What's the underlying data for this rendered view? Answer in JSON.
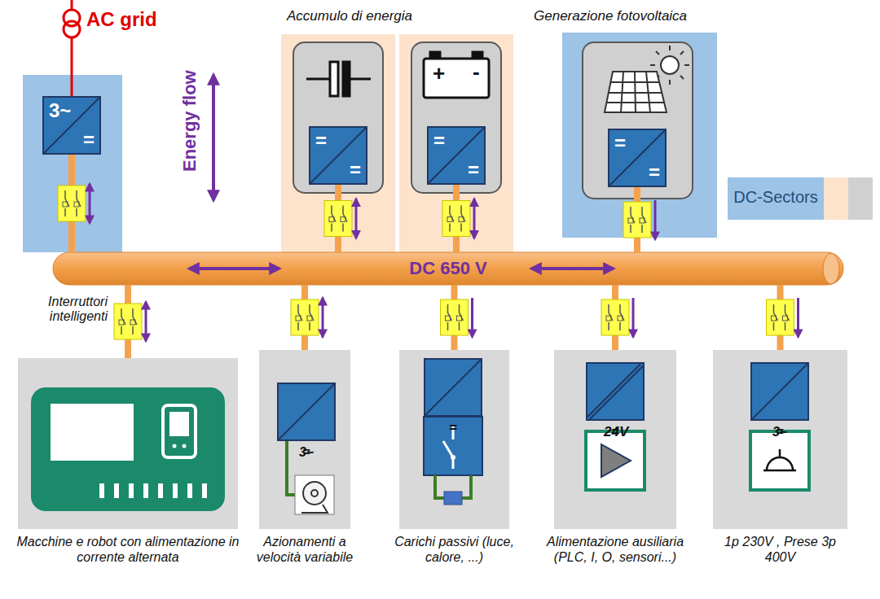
{
  "diagram": {
    "nodes": [
      {
        "text": [
          "3~",
          "="
        ]
      },
      {
        "text": [
          "=",
          "="
        ]
      },
      {
        "text": [
          "=",
          "="
        ]
      },
      {
        "text": [
          "=",
          "="
        ]
      },
      {
        "text": [
          "DC 650 V"
        ]
      },
      {
        "text": [
          "Macchine e robot con alimentazione in corrente alternata"
        ]
      },
      {
        "text": [
          "Azionamenti a velocità variabile"
        ]
      },
      {
        "text": [
          "=",
          "3~"
        ],
        "in": 6
      },
      {
        "text": [
          "Carichi passivi (luce, calore, ...)"
        ]
      },
      {
        "text": [
          "=",
          "="
        ],
        "in": 8
      },
      {
        "text": [
          "Alimentazione ausiliaria (PLC, I, O, sensori...)"
        ]
      },
      {
        "text": [
          "=",
          "24V"
        ],
        "in": 10
      },
      {
        "text": [
          "1p 230V , Prese 3p 400V"
        ]
      },
      {
        "text": [
          "=",
          "3~"
        ],
        "in": 12
      }
    ],
    "edges": [
      {
        "from": 0,
        "to": 4,
        "arrow": "both"
      },
      {
        "from": 1,
        "to": 4,
        "arrow": "both"
      },
      {
        "from": 2,
        "to": 4,
        "arrow": "both"
      },
      {
        "from": 3,
        "to": 4,
        "arrow": "to"
      },
      {
        "from": 4,
        "to": 5,
        "arrow": "both"
      },
      {
        "from": 4,
        "to": 6,
        "arrow": "both"
      },
      {
        "from": 4,
        "to": 8,
        "arrow": "to"
      },
      {
        "from": 4,
        "to": 10,
        "arrow": "to"
      },
      {
        "from": 4,
        "to": 12,
        "arrow": "to"
      }
    ],
    "labels": [
      "AC grid",
      "Energy flow",
      "Accumulo di energia",
      "Generazione fotovoltaica",
      "+",
      "-",
      "Interruttori intelligenti"
    ],
    "legend": [
      {
        "text": "DC-Sectors",
        "color": "#9dc3e6"
      }
    ]
  }
}
